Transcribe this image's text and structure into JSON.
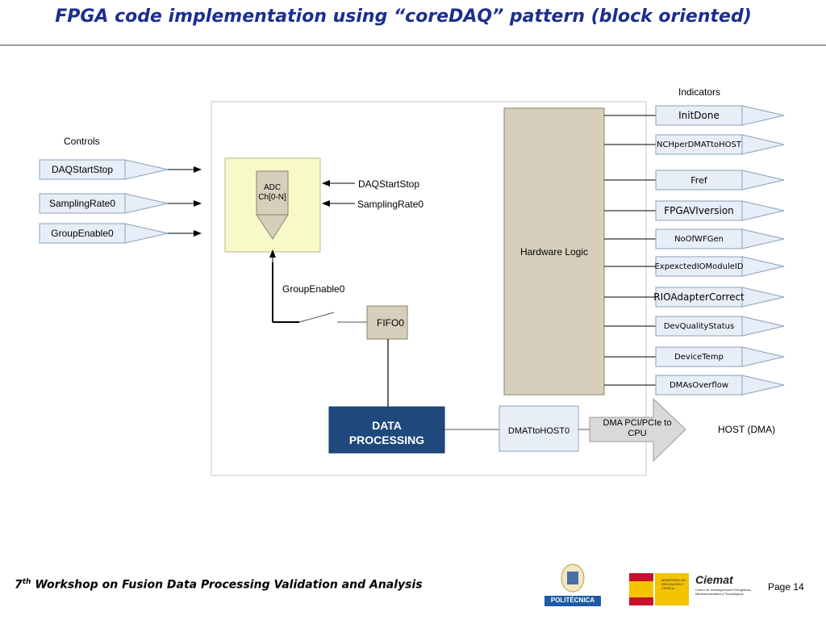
{
  "slide": {
    "title": "FPGA code implementation using “coreDAQ” pattern (block oriented)",
    "footer": {
      "ordinal_number": "7",
      "ordinal_suffix": "th",
      "text": " Workshop on Fusion Data Processing Validation and Analysis",
      "page": "Page 14",
      "logos": {
        "politecnica": "POLITÉCNICA",
        "ministerio": "MINISTERIO DE EDUCACIÓN Y CIENCIA",
        "ciemat": "Ciemat",
        "ciemat_sub": "Centro de Investigaciones Energéticas, Medioambientales y Tecnológicas"
      }
    }
  },
  "diagram": {
    "controls_title": "Controls",
    "controls": [
      "DAQStartStop",
      "SamplingRate0",
      "GroupEnable0"
    ],
    "adc_label_line1": "ADC",
    "adc_label_line2": "Ch[0-N]",
    "adc_inputs": [
      "DAQStartStop",
      "SamplingRate0"
    ],
    "switch_label": "GroupEnable0",
    "fifo_label": "FIFO0",
    "data_processing_line1": "DATA",
    "data_processing_line2": "PROCESSING",
    "dma_fifo_label": "DMATtoHOST0",
    "dma_arrow_line1": "DMA PCI/PCIe to",
    "dma_arrow_line2": "CPU",
    "host_label": "HOST (DMA)",
    "hardware_logic_label": "Hardware Logic",
    "indicators_title": "Indicators",
    "indicators": [
      "InitDone",
      "NCHperDMATtoHOST",
      "Fref",
      "FPGAVIversion",
      "NoOfWFGen",
      "ExpexctedIOModuleID",
      "RIOAdapterCorrect",
      "DevQualityStatus",
      "DeviceTemp",
      "DMAsOverflow"
    ],
    "colors": {
      "title": "#1b2f8f",
      "adc_block": "#f7f9c8",
      "hardware_logic": "#d6cfbc",
      "data_processing": "#1f497d",
      "terminal_fill": "#e8eef8"
    }
  }
}
